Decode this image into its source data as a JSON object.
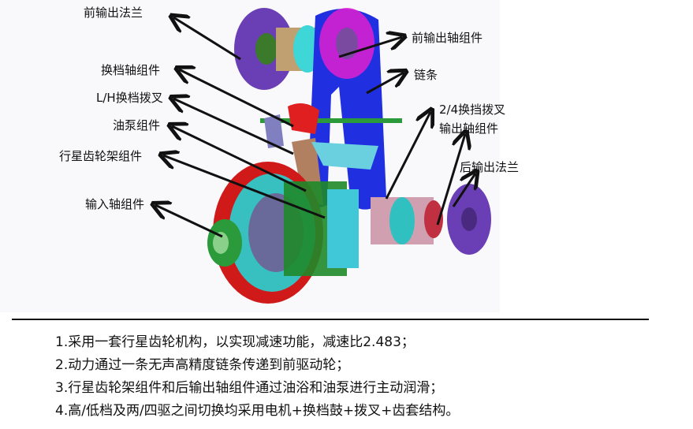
{
  "labels": {
    "front_flange": "前输出法兰",
    "front_shaft": "前输出轴组件",
    "chain": "链条",
    "shift_shaft": "换档轴组件",
    "lh_fork": "L/H换档拨叉",
    "oil_pump": "油泵组件",
    "planet_carrier": "行星齿轮架组件",
    "input_shaft": "输入轴组件",
    "fork_24": "2/4换挡拨叉",
    "output_shaft": "输出轴组件",
    "rear_flange": "后输出法兰"
  },
  "notes": [
    "1.采用一套行星齿轮机构，以实现减速功能，减速比2.483；",
    "2.动力通过一条无声高精度链条传递到前驱动轮；",
    "3.行星齿轮架组件和后输出轴组件通过油浴和油泵进行主动润滑；",
    "4.高/低档及两/四驱之间切换均采用电机+换档鼓+拨叉+齿套结构。"
  ]
}
